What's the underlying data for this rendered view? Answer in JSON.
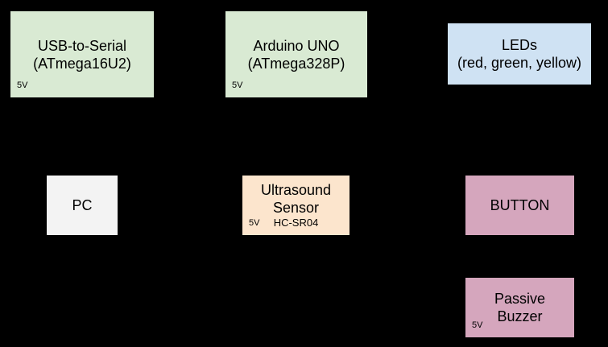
{
  "page": {
    "background": "#000000",
    "text_color": "#000000"
  },
  "boxes": [
    {
      "lines": [
        "USB-to-Serial",
        "(ATmega16U2)"
      ],
      "corner": "5V",
      "fill": "#d9ead3"
    },
    {
      "lines": [
        "Arduino UNO",
        "(ATmega328P)"
      ],
      "corner": "5V",
      "fill": "#d9ead3"
    },
    {
      "lines": [
        "LEDs",
        "(red, green, yellow)"
      ],
      "fill": "#cfe2f3"
    },
    {
      "lines": [
        "PC"
      ],
      "fill": "#f3f3f3"
    },
    {
      "lines": [
        "Ultrasound",
        "Sensor"
      ],
      "sublabel": "HC-SR04",
      "corner": "5V",
      "fill": "#fce5cd"
    },
    {
      "lines": [
        "BUTTON"
      ],
      "fill": "#d5a6bd"
    },
    {
      "lines": [
        "Passive",
        "Buzzer"
      ],
      "corner": "5V",
      "fill": "#d5a6bd"
    }
  ]
}
